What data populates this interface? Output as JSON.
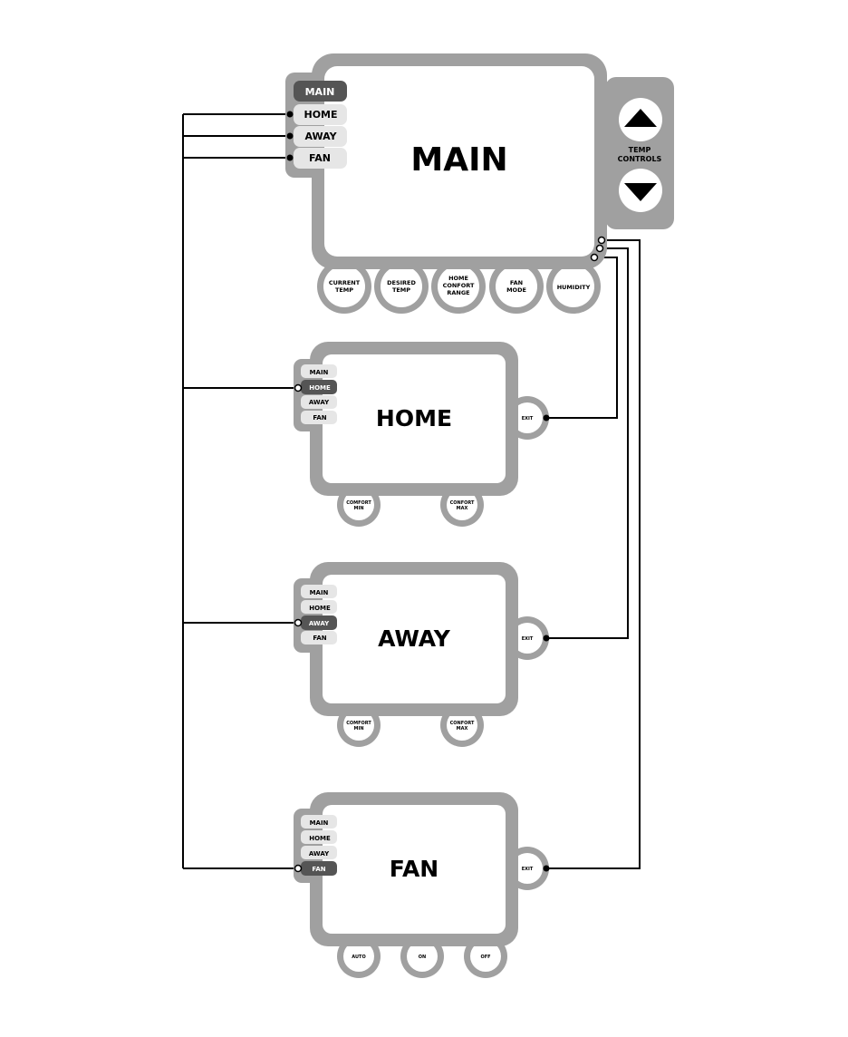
{
  "colors": {
    "frame": "#a0a0a0",
    "tab_active": "#555555",
    "tab_inactive": "#e6e6e6",
    "line": "#000000",
    "screen": "#ffffff"
  },
  "main": {
    "title": "MAIN",
    "tabs": [
      "MAIN",
      "HOME",
      "AWAY",
      "FAN"
    ],
    "active_tab": "MAIN",
    "buttons": [
      {
        "lines": [
          "CURRENT",
          "TEMP"
        ]
      },
      {
        "lines": [
          "DESIRED",
          "TEMP"
        ]
      },
      {
        "lines": [
          "HOME",
          "CONFORT",
          "RANGE"
        ]
      },
      {
        "lines": [
          "FAN",
          "MODE"
        ]
      },
      {
        "lines": [
          "HUMIDITY"
        ]
      }
    ],
    "temp_controls": {
      "label_lines": [
        "TEMP",
        "CONTROLS"
      ],
      "up_icon": "triangle-up-icon",
      "down_icon": "triangle-down-icon"
    }
  },
  "home": {
    "title": "HOME",
    "tabs": [
      "MAIN",
      "HOME",
      "AWAY",
      "FAN"
    ],
    "active_tab": "HOME",
    "exit": "EXIT",
    "buttons": [
      {
        "lines": [
          "COMFORT",
          "MIN"
        ]
      },
      {
        "lines": [
          "CONFORT",
          "MAX"
        ]
      }
    ]
  },
  "away": {
    "title": "AWAY",
    "tabs": [
      "MAIN",
      "HOME",
      "AWAY",
      "FAN"
    ],
    "active_tab": "AWAY",
    "exit": "EXIT",
    "buttons": [
      {
        "lines": [
          "COMFORT",
          "MIN"
        ]
      },
      {
        "lines": [
          "CONFORT",
          "MAX"
        ]
      }
    ]
  },
  "fan": {
    "title": "FAN",
    "tabs": [
      "MAIN",
      "HOME",
      "AWAY",
      "FAN"
    ],
    "active_tab": "FAN",
    "exit": "EXIT",
    "buttons": [
      {
        "lines": [
          "AUTO"
        ]
      },
      {
        "lines": [
          "ON"
        ]
      },
      {
        "lines": [
          "OFF"
        ]
      }
    ]
  }
}
